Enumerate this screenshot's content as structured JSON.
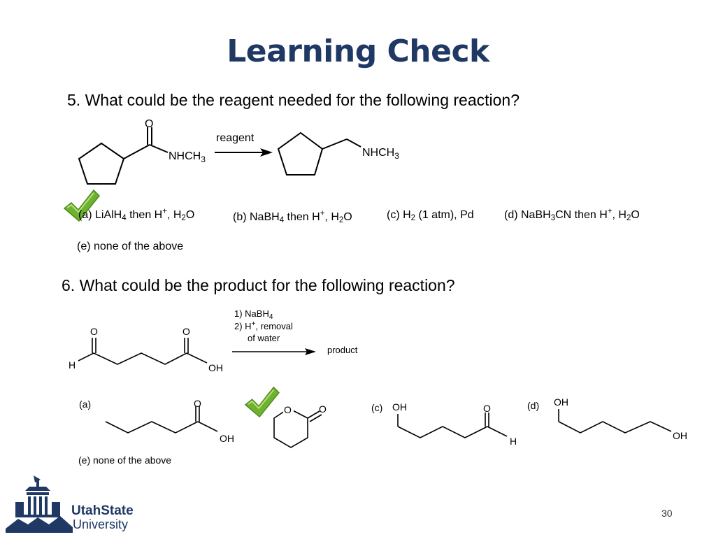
{
  "slide": {
    "title": "Learning Check",
    "page_number": "30"
  },
  "q5": {
    "question": "5. What could be the reagent needed for the following reaction?",
    "reactant_carbonyl_O": "O",
    "reactant_amide_N": "NHCH",
    "reactant_amide_N_sub": "3",
    "arrow_label": "reagent",
    "product_N": "NHCH",
    "product_N_sub": "3",
    "options": {
      "a": {
        "p1": "(a) LiAlH",
        "s1": "4",
        "p2": " then H",
        "sup": "+",
        "p3": ", H",
        "s2": "2",
        "p4": "O"
      },
      "b": {
        "p1": "(b) NaBH",
        "s1": "4",
        "p2": " then H",
        "sup": "+",
        "p3": ", H",
        "s2": "2",
        "p4": "O"
      },
      "c": {
        "p1": "(c) H",
        "s1": "2",
        "p2": " (1 atm), Pd"
      },
      "d": {
        "p1": "(d) NaBH",
        "s1": "3",
        "p2": "CN then H",
        "sup": "+",
        "p3": ", H",
        "s2": "2",
        "p4": "O"
      },
      "e": "(e) none of the above"
    },
    "correct": "a"
  },
  "q6": {
    "question": "6. What could be the product for the following reaction?",
    "step1_prefix": "1) NaBH",
    "step1_sub": "4",
    "step2_prefix": "2) H",
    "step2_sup": "+",
    "step2_suffix": ", removal",
    "step2_line2": "of   water",
    "arrow_result": "product",
    "reactant_labels": {
      "O_left": "O",
      "O_right": "O",
      "H": "H",
      "OH": "OH"
    },
    "options": {
      "a_label": "(a)",
      "a_O": "O",
      "a_OH": "OH",
      "b_ring_O": "O",
      "b_carbonyl_O": "O",
      "c_label": "(c)",
      "c_OH": "OH",
      "c_O": "O",
      "c_H": "H",
      "d_label": "(d)",
      "d_OH_top": "OH",
      "d_OH_end": "OH",
      "e": "(e) none of the above"
    },
    "correct": "b"
  },
  "logo": {
    "line1": "UtahState",
    "line2": "University",
    "primary_color": "#1f3864"
  },
  "colors": {
    "title": "#1f3864",
    "check_green": "#6fb22f"
  },
  "icons": [
    "checkmark-icon",
    "checkmark-icon",
    "university-building-icon"
  ]
}
